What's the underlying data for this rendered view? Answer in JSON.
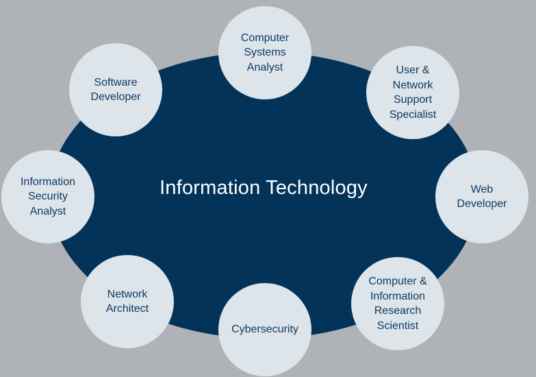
{
  "diagram": {
    "center": {
      "title": "Information Technology"
    },
    "nodes": [
      {
        "label": "Computer\nSystems\nAnalyst"
      },
      {
        "label": "User &\nNetwork\nSupport\nSpecialist"
      },
      {
        "label": "Web\nDeveloper"
      },
      {
        "label": "Computer &\nInformation\nResearch\nScientist"
      },
      {
        "label": "Cybersecurity"
      },
      {
        "label": "Network\nArchitect"
      },
      {
        "label": "Information\nSecurity\nAnalyst"
      },
      {
        "label": "Software\nDeveloper"
      }
    ],
    "colors": {
      "background": "#afb3b7",
      "center_fill": "#033359",
      "center_text": "#ffffff",
      "node_fill": "#dde4ea",
      "node_text": "#0f3a60"
    }
  }
}
